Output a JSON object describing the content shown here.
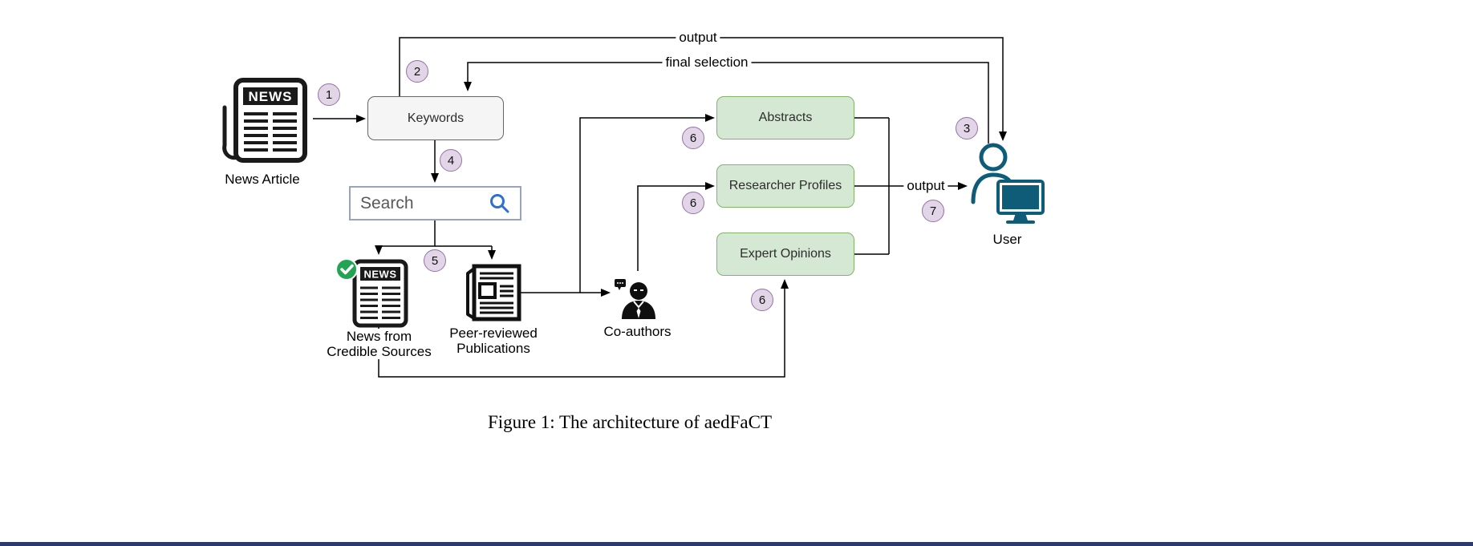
{
  "figure": {
    "caption": "Figure 1: The architecture of aedFaCT"
  },
  "nodes": {
    "news_article": {
      "label": "News Article",
      "banner": "NEWS"
    },
    "keywords": {
      "label": "Keywords"
    },
    "search": {
      "label": "Search"
    },
    "credible_news": {
      "label_line1": "News from",
      "label_line2": "Credible Sources",
      "banner": "NEWS"
    },
    "peer_reviewed": {
      "label_line1": "Peer-reviewed",
      "label_line2": "Publications"
    },
    "coauthors": {
      "label": "Co-authors"
    },
    "abstracts": {
      "label": "Abstracts"
    },
    "researcher_profiles": {
      "label": "Researcher Profiles"
    },
    "expert_opinions": {
      "label": "Expert Opinions"
    },
    "user": {
      "label": "User"
    }
  },
  "edge_labels": {
    "output_top": "output",
    "final_selection": "final selection",
    "output_user": "output"
  },
  "badges": [
    {
      "step": "1"
    },
    {
      "step": "2"
    },
    {
      "step": "3"
    },
    {
      "step": "4"
    },
    {
      "step": "5"
    },
    {
      "step": "6"
    },
    {
      "step": "6"
    },
    {
      "step": "6"
    },
    {
      "step": "7"
    }
  ],
  "colors": {
    "badge_fill": "#e1d5e7",
    "badge_border": "#9673a6",
    "green_fill": "#d5e8d4",
    "green_border": "#82b366",
    "keywords_fill": "#f5f5f5",
    "keywords_border": "#666666",
    "search_border": "#97a4bc",
    "search_icon": "#2f6fd0",
    "line": "#000000",
    "icon_dark": "#1a1a1a",
    "user_icon": "#0e5c77",
    "check_green": "#23a455"
  }
}
